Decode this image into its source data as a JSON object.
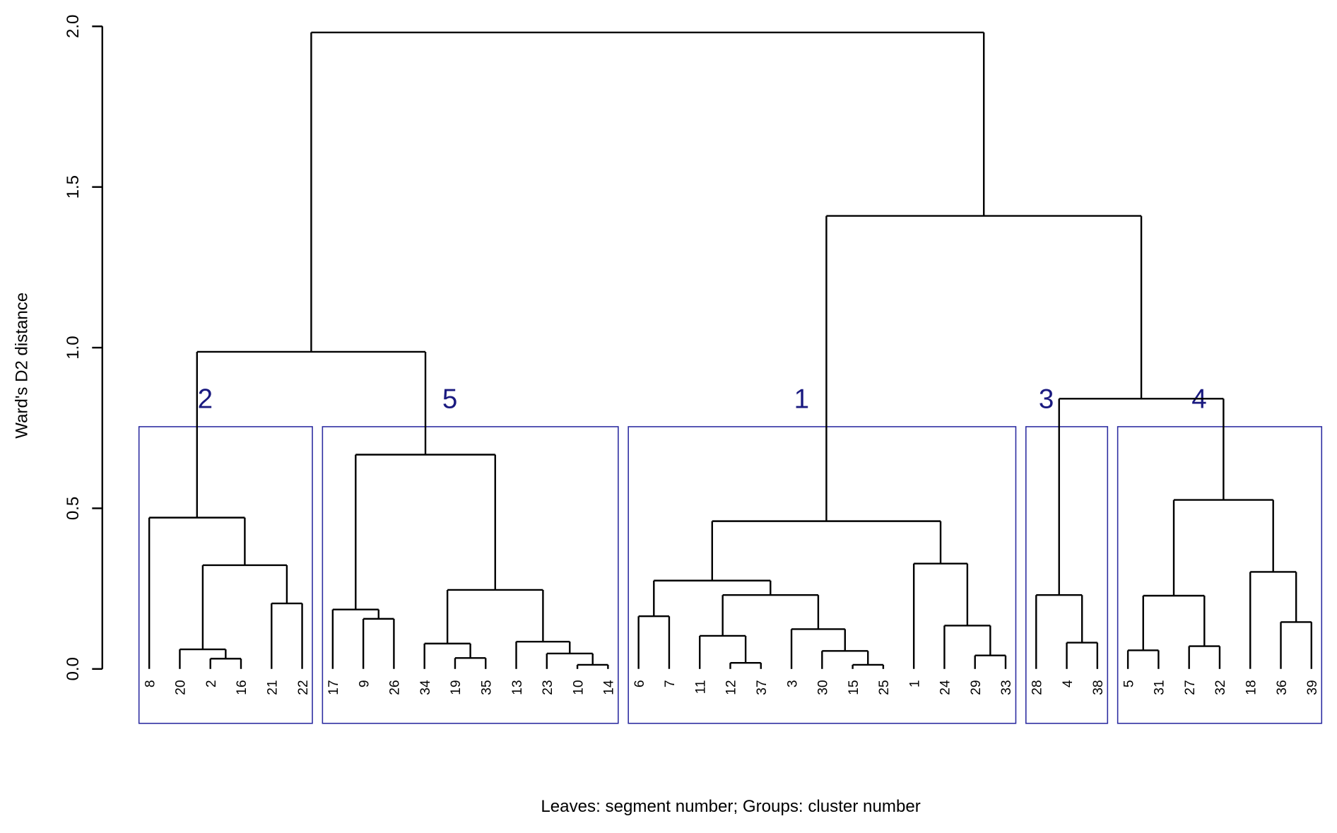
{
  "chart_data": {
    "type": "dendrogram",
    "ylabel": "Ward's D2 distance",
    "xlabel": "Leaves: segment number; Groups: cluster number",
    "ylim": [
      0,
      2.0
    ],
    "yticks": [
      "0.0",
      "0.5",
      "1.0",
      "1.5",
      "2.0"
    ],
    "ytick_values": [
      0,
      0.5,
      1.0,
      1.5,
      2.0
    ],
    "leaf_order": [
      8,
      20,
      2,
      16,
      21,
      22,
      17,
      9,
      26,
      34,
      19,
      35,
      13,
      23,
      10,
      14,
      6,
      7,
      11,
      12,
      37,
      3,
      30,
      15,
      25,
      1,
      24,
      29,
      33,
      28,
      4,
      38,
      5,
      31,
      27,
      32,
      18,
      36,
      39
    ],
    "tree": {
      "h": 1.981,
      "c": [
        {
          "h": 0.987,
          "c": [
            {
              "h": 0.471,
              "c": [
                8,
                {
                  "h": 0.323,
                  "c": [
                    {
                      "h": 0.061,
                      "c": [
                        20,
                        {
                          "h": 0.032,
                          "c": [
                            2,
                            16
                          ]
                        }
                      ]
                    },
                    {
                      "h": 0.204,
                      "c": [
                        21,
                        22
                      ]
                    }
                  ]
                }
              ]
            },
            {
              "h": 0.667,
              "c": [
                {
                  "h": 0.185,
                  "c": [
                    17,
                    {
                      "h": 0.156,
                      "c": [
                        9,
                        26
                      ]
                    }
                  ]
                },
                {
                  "h": 0.246,
                  "c": [
                    {
                      "h": 0.079,
                      "c": [
                        34,
                        {
                          "h": 0.034,
                          "c": [
                            19,
                            35
                          ]
                        }
                      ]
                    },
                    {
                      "h": 0.085,
                      "c": [
                        13,
                        {
                          "h": 0.048,
                          "c": [
                            23,
                            {
                              "h": 0.013,
                              "c": [
                                10,
                                14
                              ]
                            }
                          ]
                        }
                      ]
                    }
                  ]
                }
              ]
            }
          ]
        },
        {
          "h": 1.41,
          "c": [
            {
              "h": 0.46,
              "c": [
                {
                  "h": 0.275,
                  "c": [
                    {
                      "h": 0.164,
                      "c": [
                        6,
                        7
                      ]
                    },
                    {
                      "h": 0.23,
                      "c": [
                        {
                          "h": 0.103,
                          "c": [
                            11,
                            {
                              "h": 0.019,
                              "c": [
                                12,
                                37
                              ]
                            }
                          ]
                        },
                        {
                          "h": 0.124,
                          "c": [
                            3,
                            {
                              "h": 0.056,
                              "c": [
                                30,
                                {
                                  "h": 0.013,
                                  "c": [
                                    15,
                                    25
                                  ]
                                }
                              ]
                            }
                          ]
                        }
                      ]
                    }
                  ]
                },
                {
                  "h": 0.328,
                  "c": [
                    1,
                    {
                      "h": 0.135,
                      "c": [
                        24,
                        {
                          "h": 0.042,
                          "c": [
                            29,
                            33
                          ]
                        }
                      ]
                    }
                  ]
                }
              ]
            },
            {
              "h": 0.841,
              "c": [
                {
                  "h": 0.23,
                  "c": [
                    28,
                    {
                      "h": 0.082,
                      "c": [
                        4,
                        38
                      ]
                    }
                  ]
                },
                {
                  "h": 0.526,
                  "c": [
                    {
                      "h": 0.228,
                      "c": [
                        {
                          "h": 0.058,
                          "c": [
                            5,
                            31
                          ]
                        },
                        {
                          "h": 0.071,
                          "c": [
                            27,
                            32
                          ]
                        }
                      ]
                    },
                    {
                      "h": 0.302,
                      "c": [
                        18,
                        {
                          "h": 0.146,
                          "c": [
                            36,
                            39
                          ]
                        }
                      ]
                    }
                  ]
                }
              ]
            }
          ]
        }
      ]
    },
    "clusters": [
      {
        "label": "2",
        "first_leaf_index": 0,
        "last_leaf_index": 5
      },
      {
        "label": "5",
        "first_leaf_index": 6,
        "last_leaf_index": 15
      },
      {
        "label": "1",
        "first_leaf_index": 16,
        "last_leaf_index": 28
      },
      {
        "label": "3",
        "first_leaf_index": 29,
        "last_leaf_index": 31
      },
      {
        "label": "4",
        "first_leaf_index": 32,
        "last_leaf_index": 38
      }
    ],
    "cluster_box_top": 0.754,
    "colors": {
      "tree": "#000000",
      "box": "#2b2ba0",
      "cluster_label": "#1a1a80"
    }
  }
}
